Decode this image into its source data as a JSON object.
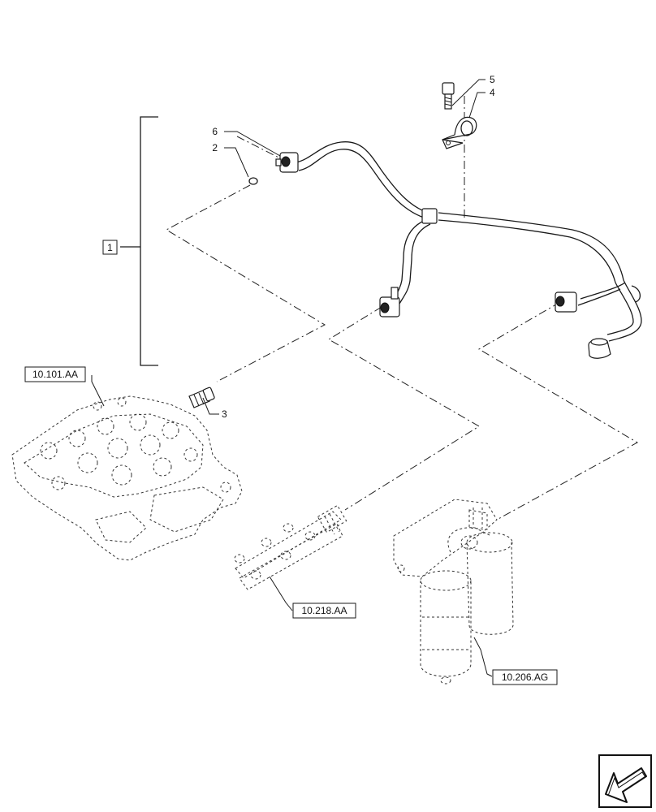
{
  "callouts": {
    "item_1": "1",
    "item_2": "2",
    "item_3": "3",
    "item_4": "4",
    "item_5": "5",
    "item_6": "6"
  },
  "references": {
    "cylinder_head": "10.101.AA",
    "fuel_rail": "10.218.AA",
    "fuel_filter": "10.206.AG"
  },
  "icons": {
    "navigation": "arrow-icon"
  }
}
